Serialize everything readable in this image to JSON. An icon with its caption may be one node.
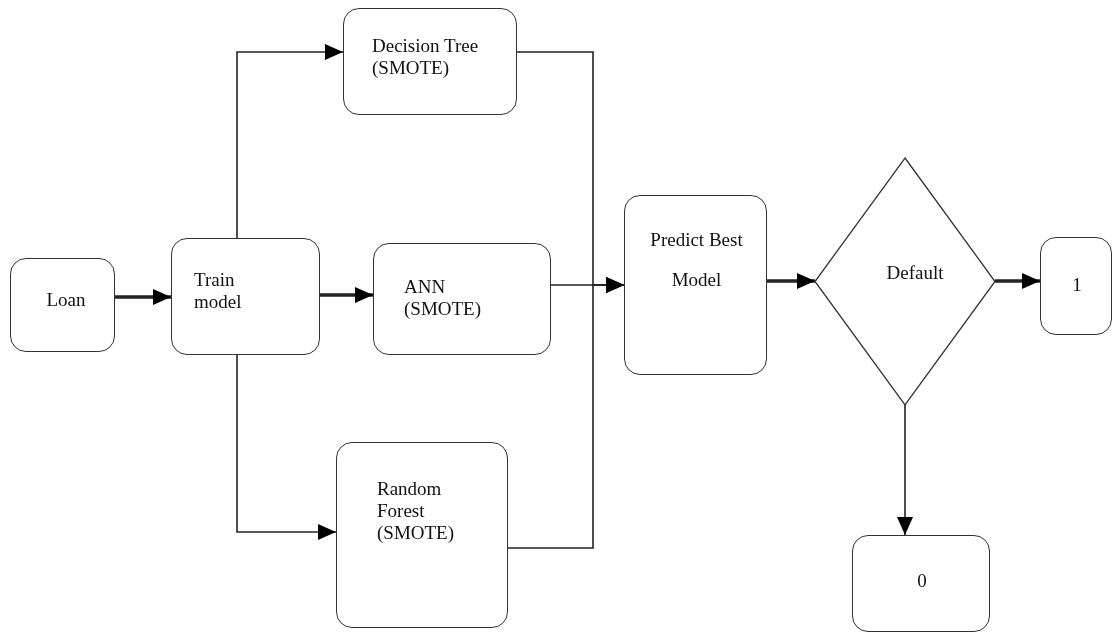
{
  "diagram": {
    "nodes": [
      {
        "text": [
          "Loan"
        ]
      },
      {
        "text": [
          "Train model"
        ]
      },
      {
        "text": [
          "Decision Tree (SMOTE)"
        ]
      },
      {
        "text": [
          "ANN (SMOTE)"
        ]
      },
      {
        "text": [
          "Random Forest (SMOTE)"
        ]
      },
      {
        "text": [
          "Predict Best Model"
        ]
      },
      {
        "text": [
          "Default"
        ]
      },
      {
        "text": [
          "1"
        ]
      },
      {
        "text": [
          "0"
        ]
      }
    ],
    "edges": [
      {
        "from": 0,
        "to": 1,
        "arrow": "to",
        "style": "thick"
      },
      {
        "from": 1,
        "to": 2,
        "arrow": "to"
      },
      {
        "from": 1,
        "to": 3,
        "arrow": "to",
        "style": "thick"
      },
      {
        "from": 1,
        "to": 4,
        "arrow": "to"
      },
      {
        "from": 2,
        "to": 5,
        "arrow": "to"
      },
      {
        "from": 3,
        "to": 5,
        "arrow": "to"
      },
      {
        "from": 4,
        "to": 5,
        "arrow": "to"
      },
      {
        "from": 5,
        "to": 6,
        "arrow": "to",
        "style": "thick"
      },
      {
        "from": 6,
        "to": 7,
        "arrow": "to",
        "style": "thick"
      },
      {
        "from": 6,
        "to": 8,
        "arrow": "to"
      }
    ]
  }
}
